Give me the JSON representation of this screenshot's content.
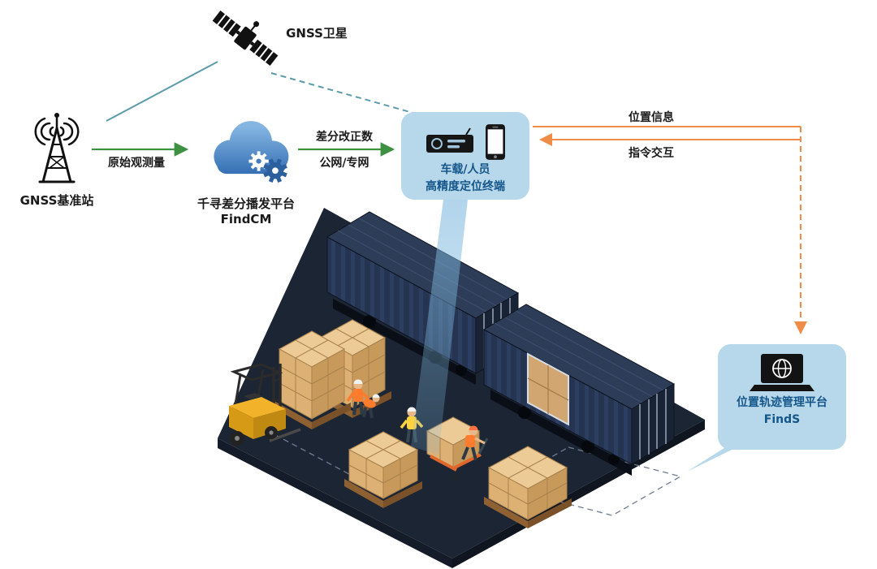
{
  "diagram": {
    "satellite": {
      "label": "GNSS卫星",
      "icon": "satellite-icon"
    },
    "base_station": {
      "label": "GNSS基准站",
      "icon": "radio-tower-icon"
    },
    "correction_platform": {
      "name": "千寻差分播发平台",
      "product": "FindCM",
      "icon": "cloud-gear-icon"
    },
    "flows": {
      "raw_observation": "原始观测量",
      "correction_line1": "差分改正数",
      "correction_line2": "公网/专网",
      "position_info": "位置信息",
      "command_interaction": "指令交互"
    },
    "terminal": {
      "line1": "车载/人员",
      "line2": "高精度定位终端",
      "icons": [
        "vehicle-terminal-icon",
        "smartphone-icon"
      ]
    },
    "management_platform": {
      "name": "位置轨迹管理平台",
      "product": "FindS",
      "icon": "laptop-globe-icon"
    }
  },
  "colors": {
    "bubble": "#b7d8ea",
    "label_blue": "#15568a",
    "arrow_green": "#3f9142",
    "arrow_orange": "#ee8c48",
    "line_teal": "#5b9bab",
    "text": "#1a1a1a"
  }
}
